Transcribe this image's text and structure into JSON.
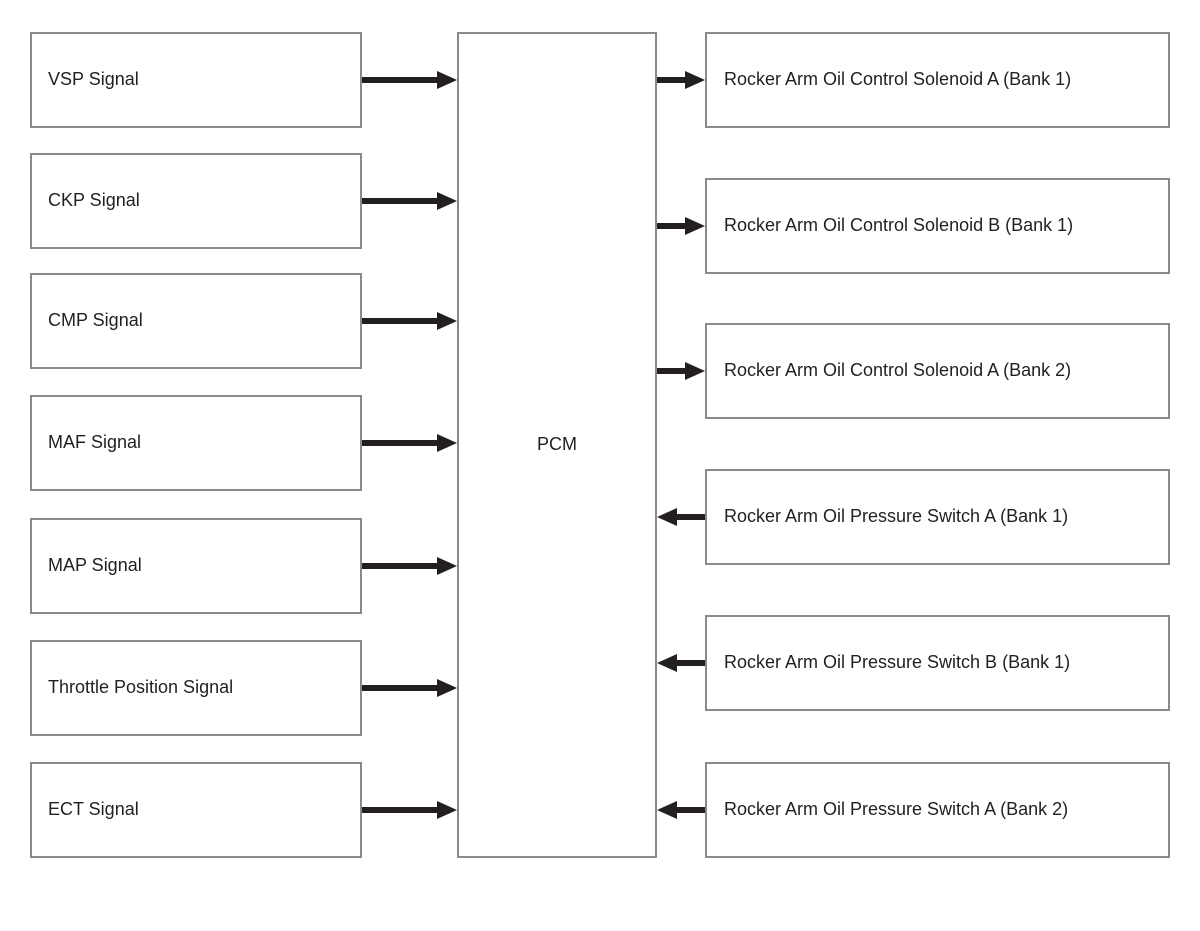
{
  "diagram": {
    "pcm_label": "PCM",
    "inputs": [
      "VSP Signal",
      "CKP Signal",
      "CMP Signal",
      "MAF Signal",
      "MAP Signal",
      "Throttle Position Signal",
      "ECT Signal"
    ],
    "right_items": [
      {
        "label": "Rocker Arm Oil Control Solenoid A (Bank 1)",
        "direction": "out"
      },
      {
        "label": "Rocker Arm Oil Control Solenoid B (Bank 1)",
        "direction": "out"
      },
      {
        "label": "Rocker Arm Oil Control Solenoid A (Bank 2)",
        "direction": "out"
      },
      {
        "label": "Rocker Arm Oil Pressure Switch A (Bank 1)",
        "direction": "in"
      },
      {
        "label": "Rocker Arm Oil Pressure Switch B (Bank 1)",
        "direction": "in"
      },
      {
        "label": "Rocker Arm Oil Pressure Switch A (Bank 2)",
        "direction": "in"
      }
    ],
    "colors": {
      "background": "#ffffff",
      "box_border": "#8a8a8a",
      "arrow": "#231f20",
      "text": "#231f20"
    }
  }
}
